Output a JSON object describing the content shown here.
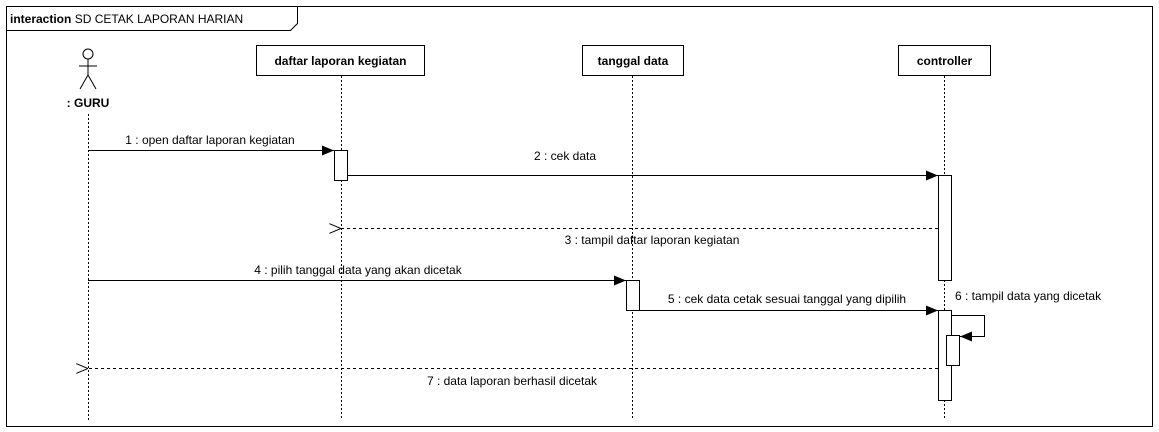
{
  "frame": {
    "keyword": "interaction",
    "name": "SD CETAK LAPORAN HARIAN"
  },
  "actor": {
    "name": ": GURU"
  },
  "lifelines": [
    {
      "name": "daftar laporan kegiatan"
    },
    {
      "name": "tanggal data"
    },
    {
      "name": "controller"
    }
  ],
  "messages": [
    {
      "label": "1 : open daftar laporan kegiatan",
      "kind": "sync"
    },
    {
      "label": "2 : cek data",
      "kind": "sync"
    },
    {
      "label": "3 : tampil daftar laporan kegiatan",
      "kind": "return"
    },
    {
      "label": "4 : pilih tanggal data yang akan dicetak",
      "kind": "sync"
    },
    {
      "label": "5 : cek data cetak sesuai tanggal yang dipilih",
      "kind": "sync"
    },
    {
      "label": "6 : tampil data yang dicetak",
      "kind": "self"
    },
    {
      "label": "7 : data laporan berhasil dicetak",
      "kind": "return"
    }
  ]
}
